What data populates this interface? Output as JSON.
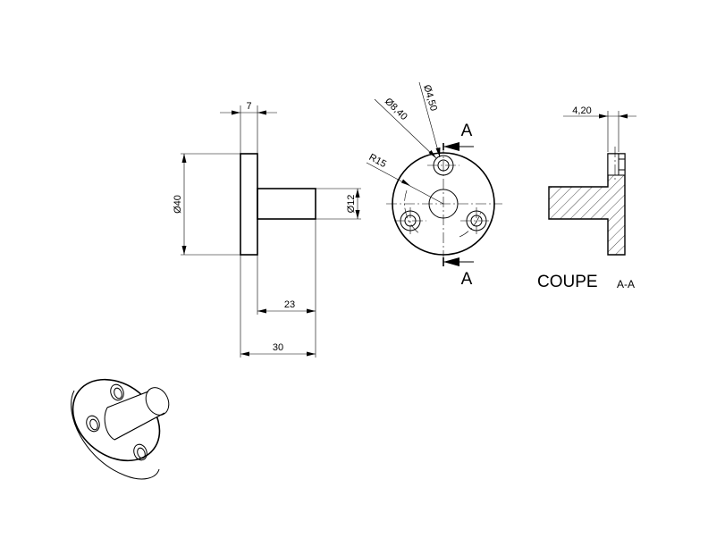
{
  "drawing": {
    "front_view": {
      "dim_flange_thickness": "7",
      "dim_flange_diameter": "Ø40",
      "dim_shaft_diameter": "Ø12",
      "dim_shaft_length": "23",
      "dim_total_length": "30"
    },
    "side_view": {
      "dim_hole_diameter_1": "Ø4,50",
      "dim_hole_diameter_2": "Ø8,40",
      "dim_bolt_radius": "R15",
      "section_mark_top": "A",
      "section_mark_bottom": "A"
    },
    "section_view": {
      "dim_counterbore_depth": "4,20",
      "title_main": "COUPE",
      "title_suffix": "A-A"
    }
  }
}
